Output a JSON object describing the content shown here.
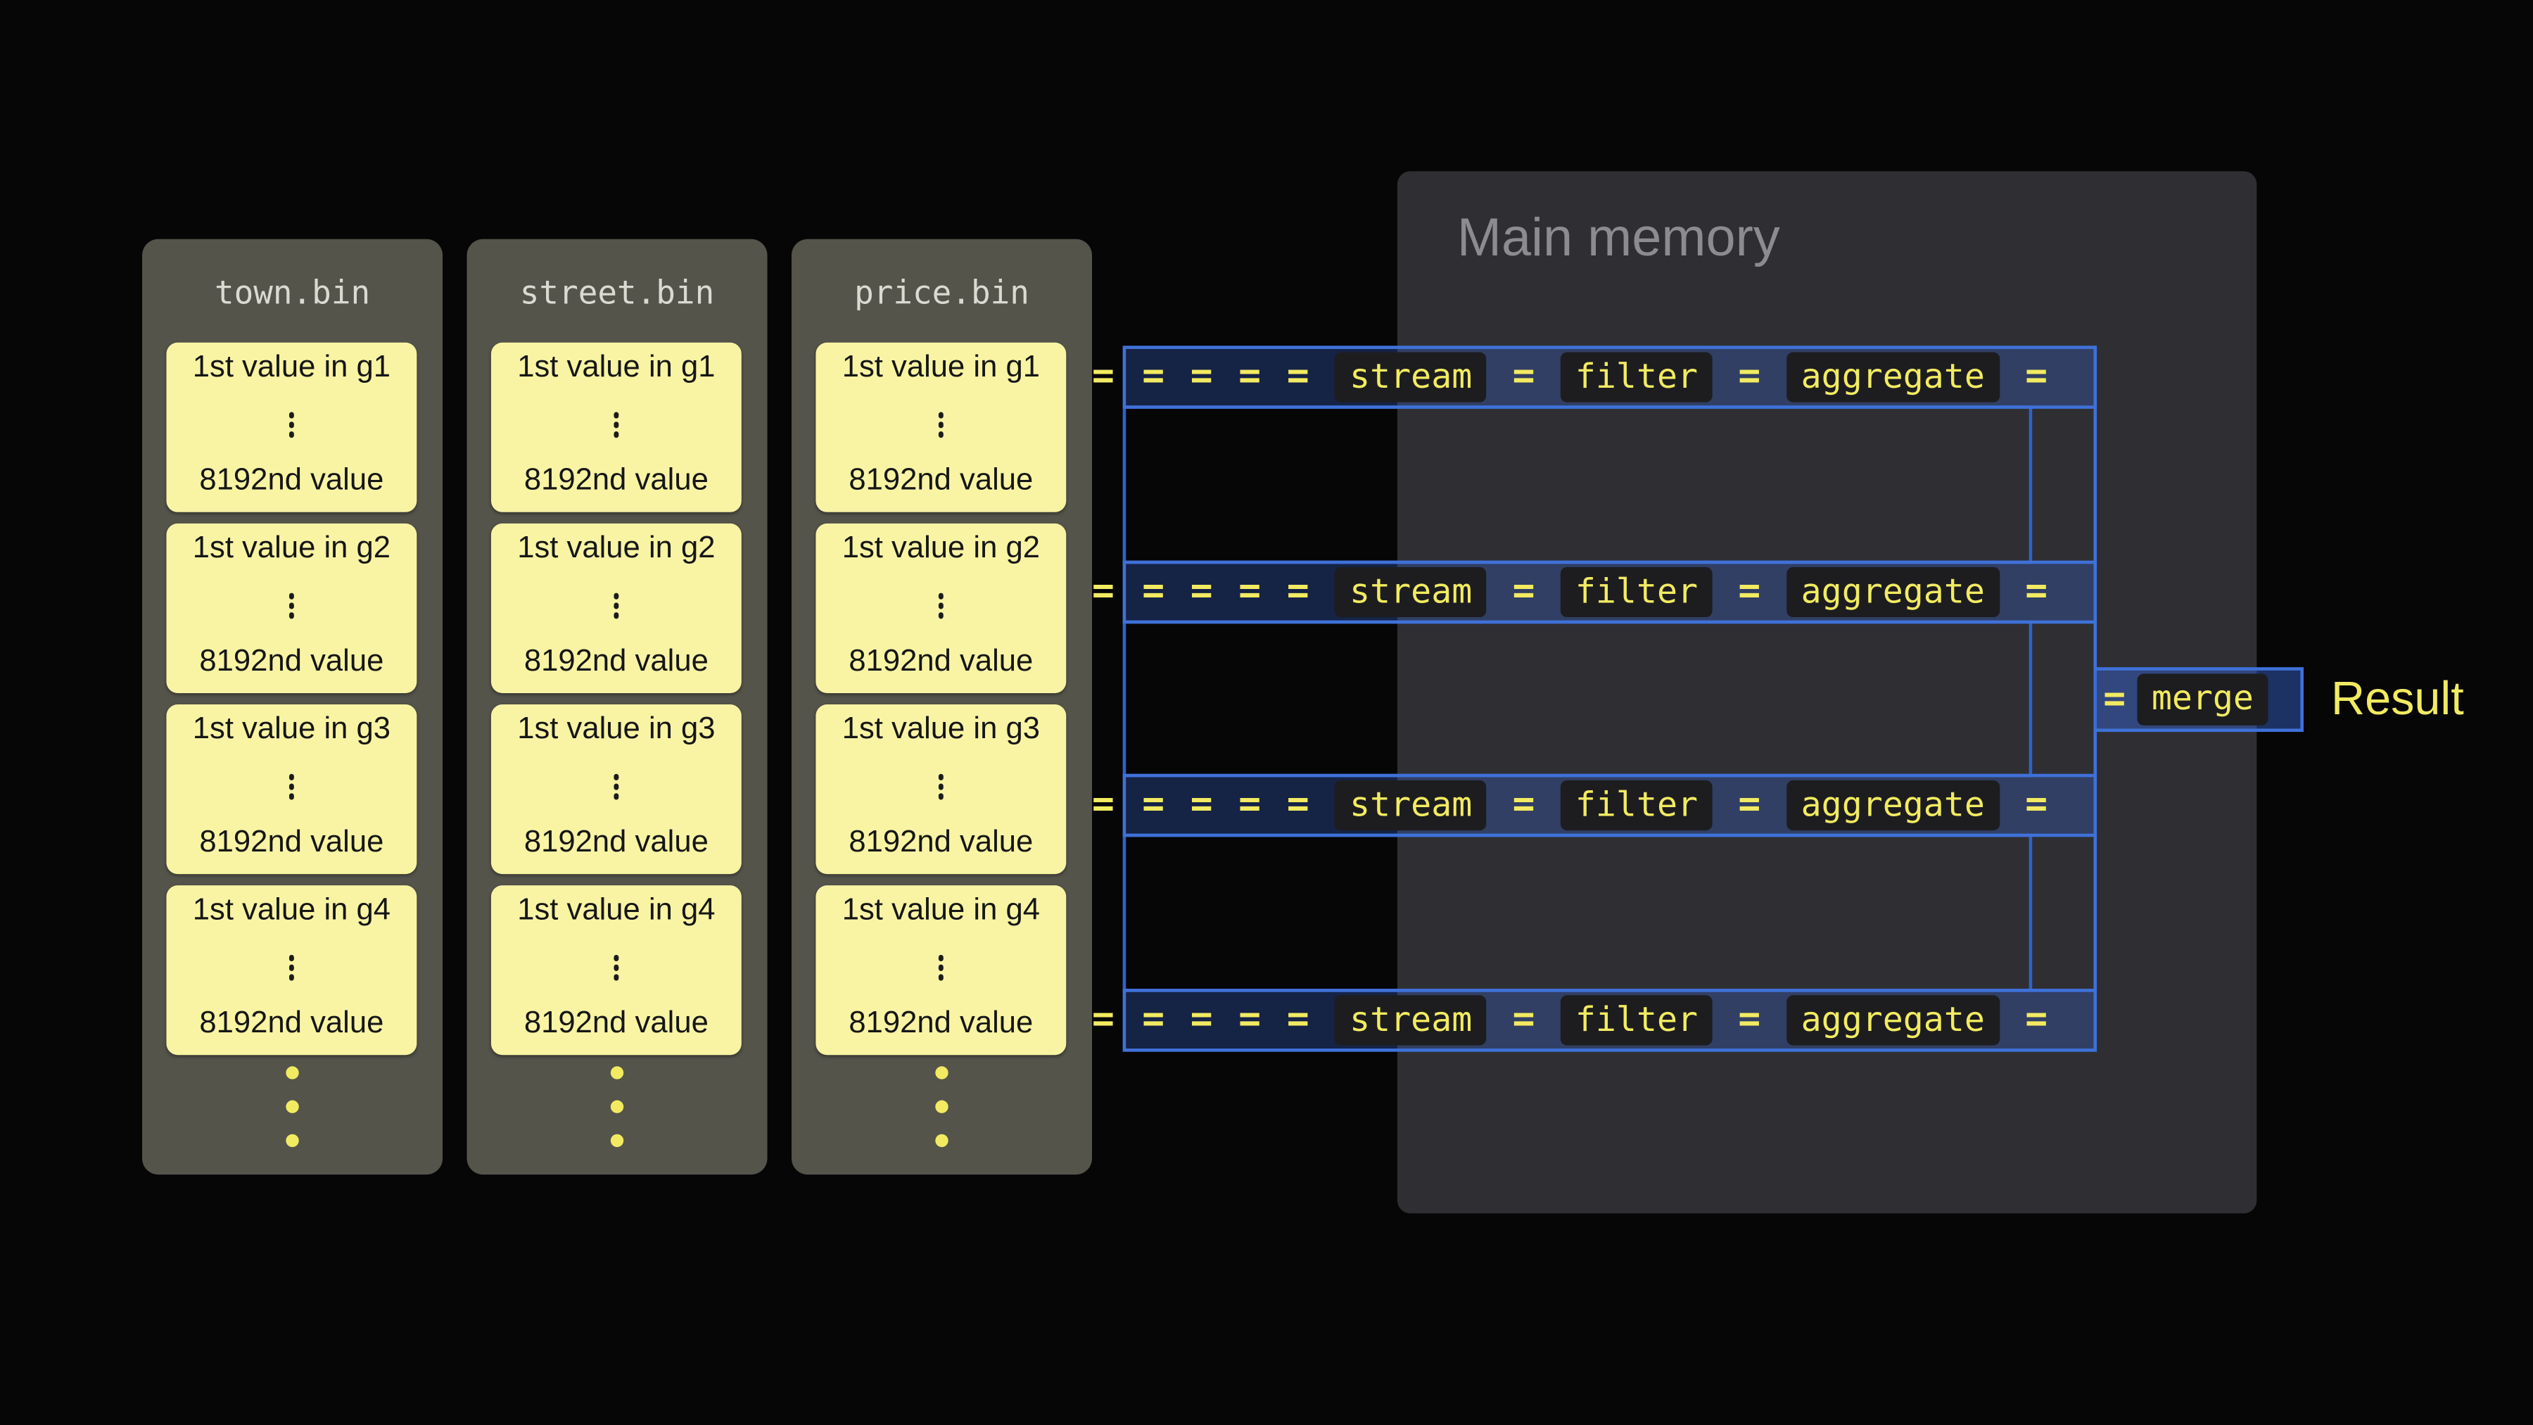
{
  "files": [
    {
      "name": "town.bin",
      "blocks": [
        {
          "first": "1st value in g1",
          "last": "8192nd value"
        },
        {
          "first": "1st value in g2",
          "last": "8192nd value"
        },
        {
          "first": "1st value in g3",
          "last": "8192nd value"
        },
        {
          "first": "1st value in g4",
          "last": "8192nd value"
        }
      ]
    },
    {
      "name": "street.bin",
      "blocks": [
        {
          "first": "1st value in g1",
          "last": "8192nd value"
        },
        {
          "first": "1st value in g2",
          "last": "8192nd value"
        },
        {
          "first": "1st value in g3",
          "last": "8192nd value"
        },
        {
          "first": "1st value in g4",
          "last": "8192nd value"
        }
      ]
    },
    {
      "name": "price.bin",
      "blocks": [
        {
          "first": "1st value in g1",
          "last": "8192nd value"
        },
        {
          "first": "1st value in g2",
          "last": "8192nd value"
        },
        {
          "first": "1st value in g3",
          "last": "8192nd value"
        },
        {
          "first": "1st value in g4",
          "last": "8192nd value"
        }
      ]
    }
  ],
  "memory": {
    "title": "Main memory"
  },
  "pipeline": {
    "dash": "=",
    "stages": {
      "stream": "stream",
      "filter": "filter",
      "aggregate": "aggregate",
      "merge": "merge"
    },
    "result": "Result",
    "lane_count": 4
  },
  "colors": {
    "background": "#060607",
    "file_panel": "#54544b",
    "granule_yellow": "#f8f4a4",
    "accent_yellow": "#f2eb61",
    "pipeline_blue": "#3f71d8",
    "memory_panel": "#2f2f33",
    "badge_background": "#1d1d20",
    "memory_title_gray": "#8b8b90",
    "file_name_gray": "#dadad2"
  }
}
